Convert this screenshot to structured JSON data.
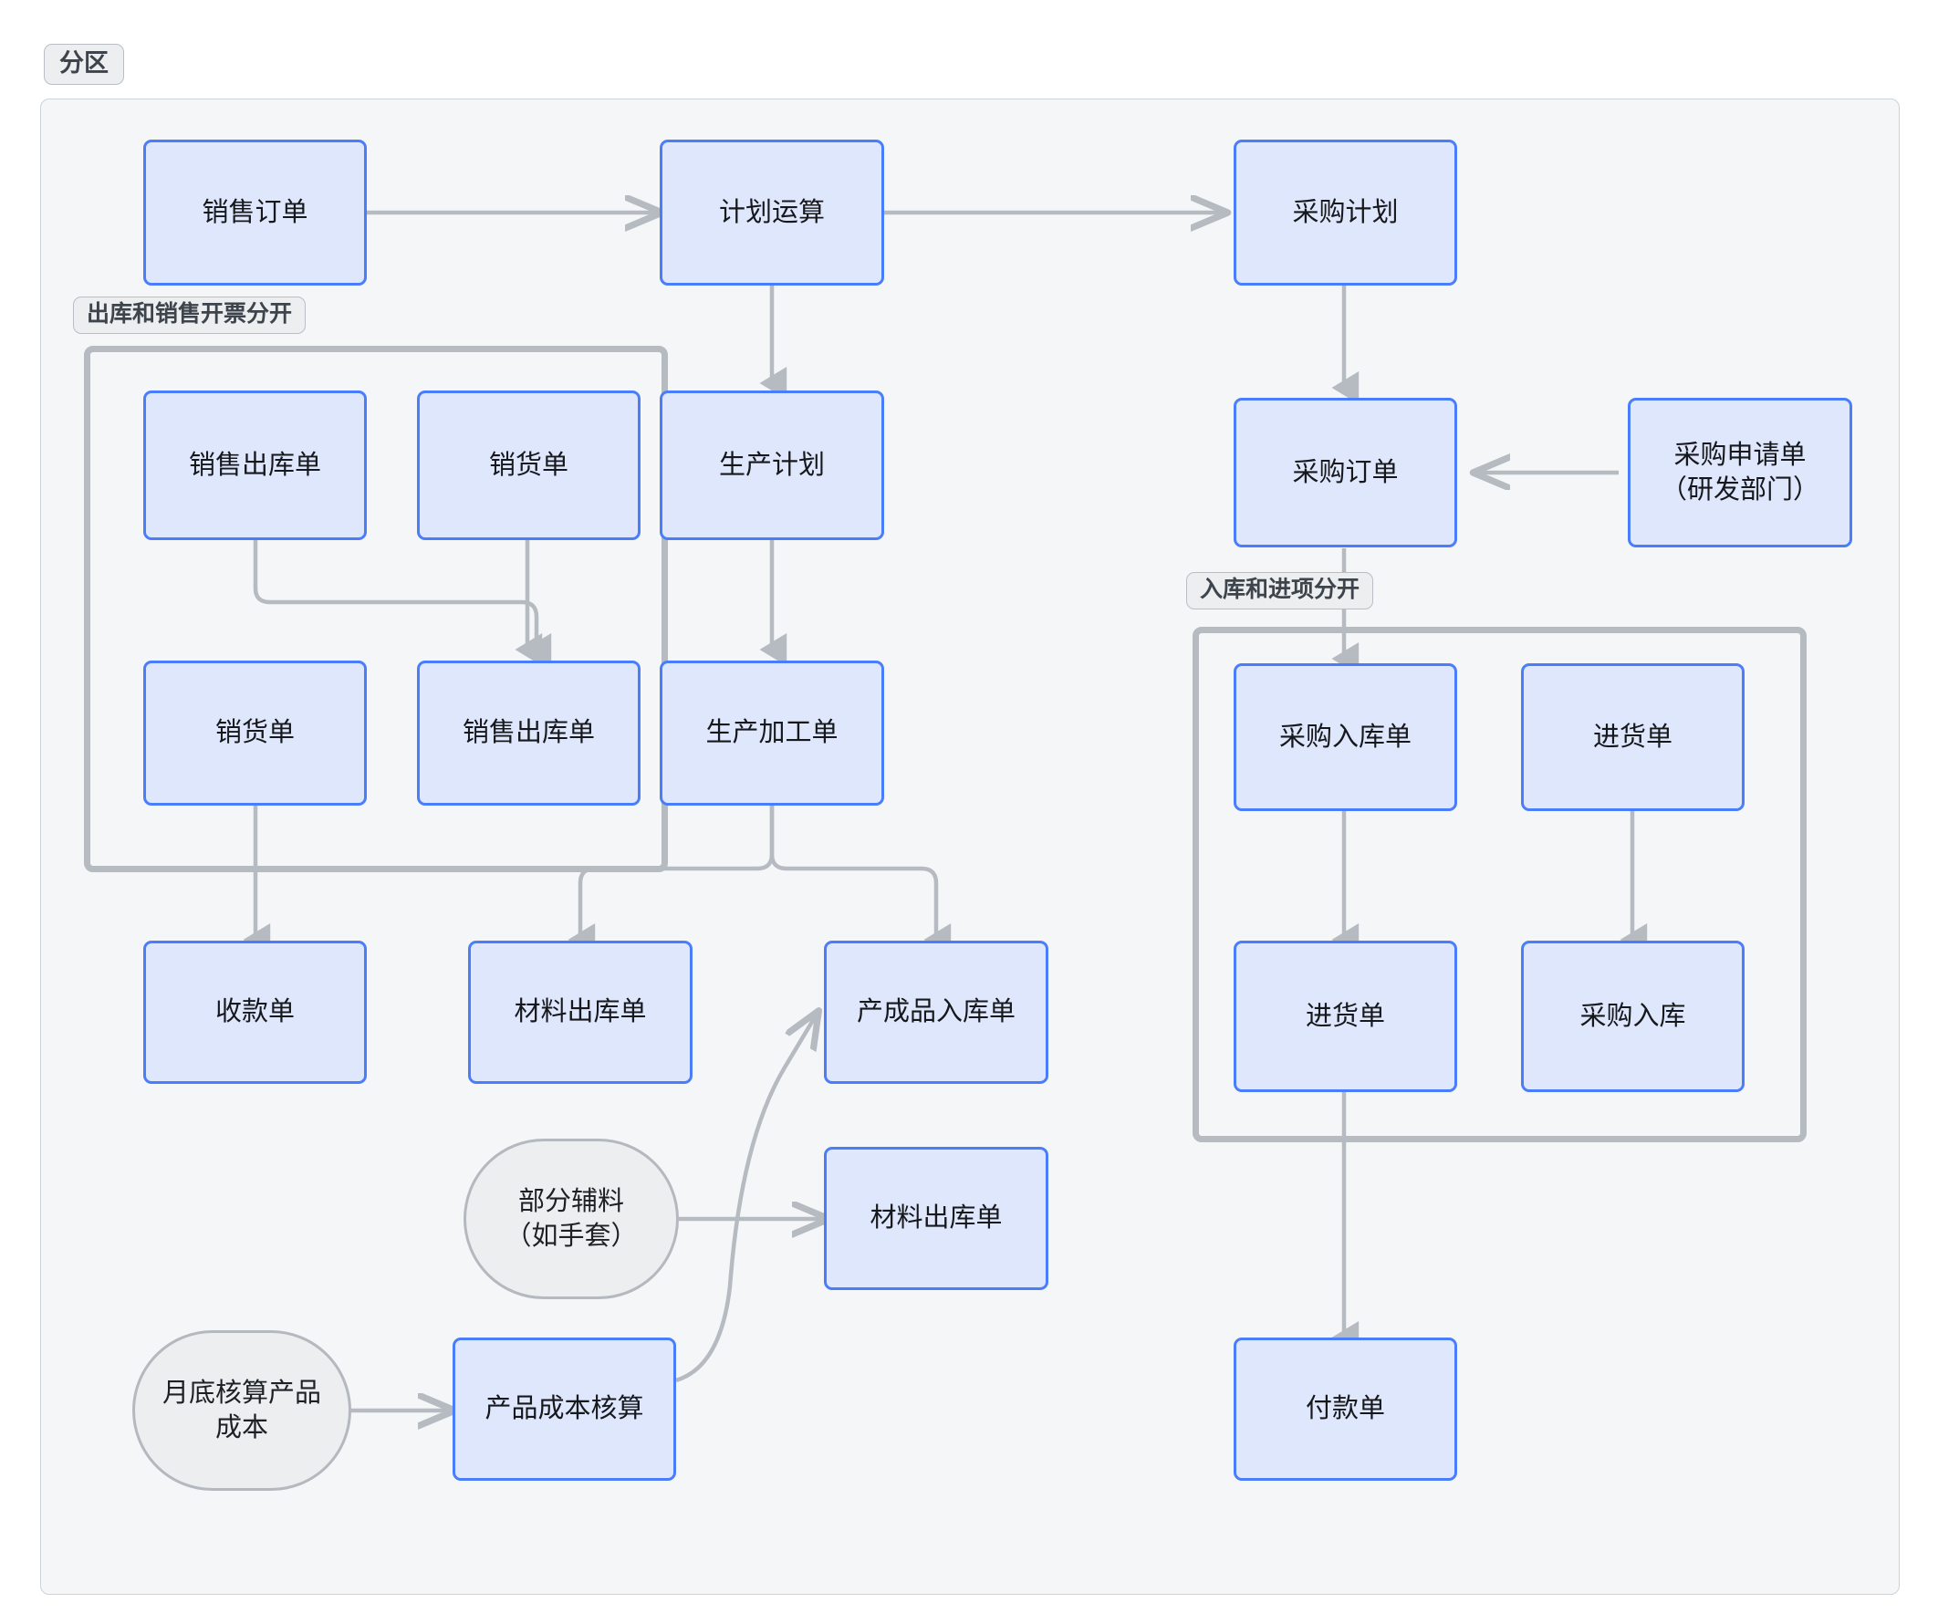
{
  "diagram": {
    "partition_label": "分区",
    "groups": [
      {
        "id": "g-sales-split",
        "label": "出库和销售开票分开"
      },
      {
        "id": "g-purchase-split",
        "label": "入库和进项分开"
      }
    ],
    "nodes": [
      {
        "id": "n-sales-order",
        "label": "销售订单",
        "shape": "rect"
      },
      {
        "id": "n-plan-calc",
        "label": "计划运算",
        "shape": "rect"
      },
      {
        "id": "n-purchase-plan",
        "label": "采购计划",
        "shape": "rect"
      },
      {
        "id": "n-sales-out-1",
        "label": "销售出库单",
        "shape": "rect"
      },
      {
        "id": "n-sales-invoice-1",
        "label": "销货单",
        "shape": "rect"
      },
      {
        "id": "n-prod-plan",
        "label": "生产计划",
        "shape": "rect"
      },
      {
        "id": "n-purchase-order",
        "label": "采购订单",
        "shape": "rect"
      },
      {
        "id": "n-purchase-req",
        "label": "采购申请单\n（研发部门）",
        "shape": "rect"
      },
      {
        "id": "n-sales-invoice-2",
        "label": "销货单",
        "shape": "rect"
      },
      {
        "id": "n-sales-out-2",
        "label": "销售出库单",
        "shape": "rect"
      },
      {
        "id": "n-prod-work-order",
        "label": "生产加工单",
        "shape": "rect"
      },
      {
        "id": "n-purchase-in-1",
        "label": "采购入库单",
        "shape": "rect"
      },
      {
        "id": "n-goods-in-1",
        "label": "进货单",
        "shape": "rect"
      },
      {
        "id": "n-receipt",
        "label": "收款单",
        "shape": "rect"
      },
      {
        "id": "n-material-out-1",
        "label": "材料出库单",
        "shape": "rect"
      },
      {
        "id": "n-finished-in",
        "label": "产成品入库单",
        "shape": "rect"
      },
      {
        "id": "n-goods-in-2",
        "label": "进货单",
        "shape": "rect"
      },
      {
        "id": "n-purchase-in-2",
        "label": "采购入库",
        "shape": "rect"
      },
      {
        "id": "n-aux-material",
        "label": "部分辅料\n（如手套）",
        "shape": "ellipse"
      },
      {
        "id": "n-material-out-2",
        "label": "材料出库单",
        "shape": "rect"
      },
      {
        "id": "n-month-end-cost",
        "label": "月底核算产品\n成本",
        "shape": "ellipse"
      },
      {
        "id": "n-product-costing",
        "label": "产品成本核算",
        "shape": "rect"
      },
      {
        "id": "n-payment",
        "label": "付款单",
        "shape": "rect"
      }
    ],
    "edges": [
      {
        "from": "n-sales-order",
        "to": "n-plan-calc"
      },
      {
        "from": "n-plan-calc",
        "to": "n-purchase-plan"
      },
      {
        "from": "n-plan-calc",
        "to": "n-prod-plan"
      },
      {
        "from": "n-purchase-plan",
        "to": "n-purchase-order"
      },
      {
        "from": "n-purchase-req",
        "to": "n-purchase-order"
      },
      {
        "from": "n-sales-out-1",
        "to": "n-sales-invoice-2"
      },
      {
        "from": "n-sales-invoice-1",
        "to": "n-sales-out-2"
      },
      {
        "from": "n-prod-plan",
        "to": "n-prod-work-order"
      },
      {
        "from": "n-purchase-order",
        "to": "n-purchase-in-1"
      },
      {
        "from": "n-purchase-in-1",
        "to": "n-goods-in-2"
      },
      {
        "from": "n-goods-in-1",
        "to": "n-purchase-in-2"
      },
      {
        "from": "n-sales-invoice-2",
        "to": "n-receipt"
      },
      {
        "from": "n-prod-work-order",
        "to": "n-material-out-1"
      },
      {
        "from": "n-prod-work-order",
        "to": "n-finished-in"
      },
      {
        "from": "n-aux-material",
        "to": "n-material-out-2"
      },
      {
        "from": "n-month-end-cost",
        "to": "n-product-costing"
      },
      {
        "from": "n-product-costing",
        "to": "n-finished-in"
      },
      {
        "from": "n-goods-in-2",
        "to": "n-payment"
      }
    ],
    "colors": {
      "node_fill": "#dfe7fd",
      "node_border": "#4a7dfa",
      "ellipse_fill": "#eceeef",
      "ellipse_border": "#b4b9bf",
      "edge": "#b6bbc1",
      "group_border": "#b6bbc1",
      "canvas_bg": "#f4f6f8",
      "label_bg": "#eceef0",
      "text": "#16181c"
    }
  }
}
